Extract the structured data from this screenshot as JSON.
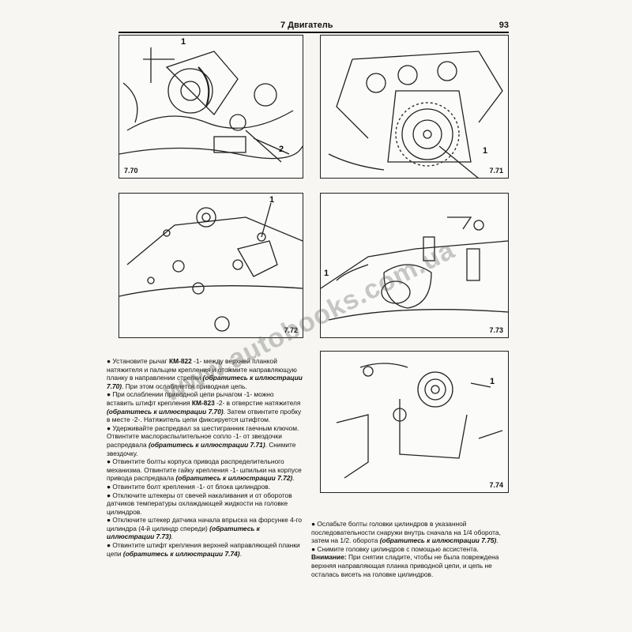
{
  "header": {
    "chapter": "7  Двигатель",
    "page_number": "93"
  },
  "figures": [
    {
      "id": "7.70",
      "callouts": [
        "1",
        "2"
      ]
    },
    {
      "id": "7.71",
      "callouts": [
        "1"
      ]
    },
    {
      "id": "7.72",
      "callouts": [
        "1"
      ]
    },
    {
      "id": "7.73",
      "callouts": [
        "1"
      ]
    },
    {
      "id": "7.74",
      "callouts": [
        "1"
      ]
    }
  ],
  "left_column": [
    {
      "bullet": "●",
      "t1": "Установите рычаг ",
      "b1": "КМ-822",
      "t2": " -1- между верхней планкой натяжителя и пальцем крепления и отожмите направляющую планку в направлении стрелки ",
      "bi": "(обратитесь к иллюстрации 7.70)",
      "t3": ". При этом ослабляется приводная цепь."
    },
    {
      "bullet": "●",
      "t1": "При ослаблении приводной цепи рычагом -1- можно вставить штифт крепления ",
      "b1": "КМ-823",
      "t2": " -2- в отверстие натяжителя ",
      "bi": "(обратитесь к иллюстрации 7.70)",
      "t3": ". Затем отвинтите пробку в месте -2-. Натяжитель цепи фиксируется штифтом."
    },
    {
      "bullet": "●",
      "t1": "Удерживайте распредвал за шестигранник гаечным ключом. Отвинтите маслораспылительное сопло -1- от звездочки распредвала ",
      "b1": "",
      "t2": "",
      "bi": "(обратитесь к иллюстрации 7.71)",
      "t3": ". Снимите звездочку."
    },
    {
      "bullet": "●",
      "t1": "Отвинтите болты корпуса привода распределительного механизма. Отвинтите гайку крепления -1- шпильки на корпусе привода распредвала ",
      "b1": "",
      "t2": "",
      "bi": "(обратитесь к иллюстрации 7.72)",
      "t3": "."
    },
    {
      "bullet": "●",
      "t1": "Отвинтите болт крепления -1- от блока цилиндров.",
      "b1": "",
      "t2": "",
      "bi": "",
      "t3": ""
    },
    {
      "bullet": "●",
      "t1": "Отключите штекеры от свечей накаливания и от оборотов датчиков температуры охлаждающей жидкости на головке цилиндров.",
      "b1": "",
      "t2": "",
      "bi": "",
      "t3": ""
    },
    {
      "bullet": "●",
      "t1": "Отключите штекер датчика начала впрыска на форсунке 4-го цилиндра (4-й цилиндр спереди) ",
      "b1": "",
      "t2": "",
      "bi": "(обратитесь к иллюстрации 7.73)",
      "t3": "."
    },
    {
      "bullet": "●",
      "t1": "Отвинтите штифт крепления верхней направляющей планки цепи ",
      "b1": "",
      "t2": "",
      "bi": "(обратитесь к иллюстрации 7.74)",
      "t3": "."
    }
  ],
  "right_column": [
    {
      "bullet": "●",
      "lead": "",
      "t1": "Ослабьте болты головки цилиндров в указанной последовательности снаружи внутрь сначала на 1/4 оборота, затем на 1/2. оборота ",
      "bi": "(обратитесь к иллюстрации 7.75)",
      "t2": "."
    },
    {
      "bullet": "●",
      "lead": "",
      "t1": "Снимите головку цилиндров с помощью ассистента.",
      "bi": "",
      "t2": ""
    },
    {
      "bullet": "",
      "lead": "Внимание:",
      "t1": " При снятии сладите, чтобы не была повреждена верхняя направляющая планка приводной цепи, и цепь не осталась висеть на головке цилиндров.",
      "bi": "",
      "t2": ""
    }
  ],
  "watermark": "www.autobooks.com.ua"
}
